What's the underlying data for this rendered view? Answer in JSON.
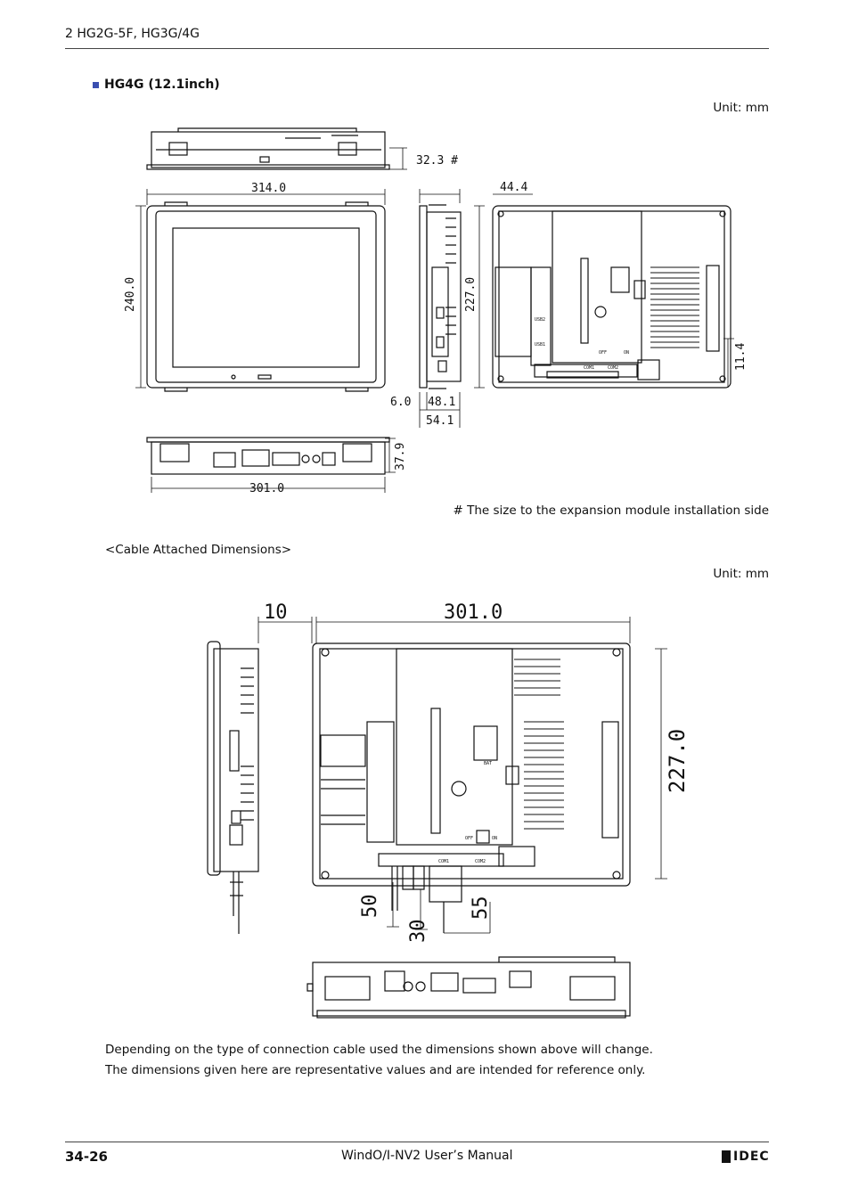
{
  "header": {
    "chapter": "2 HG2G-5F, HG3G/4G"
  },
  "section": {
    "title": "HG4G (12.1inch)",
    "unit": "Unit: mm"
  },
  "drawing1": {
    "dims": {
      "top_depth": "32.3 #",
      "front_width": "314.0",
      "front_height": "240.0",
      "side_depth_top": "44.4",
      "side_height": "227.0",
      "side_d1": "6.0",
      "side_d2": "48.1",
      "side_d3": "54.1",
      "rear_right": "11.4",
      "bottom_depth": "37.9",
      "bottom_width": "301.0"
    },
    "rear_labels": [
      "OFF",
      "ON",
      "COM1",
      "COM2",
      "USB1",
      "USB2"
    ]
  },
  "note": "# The size to the expansion module installation side",
  "cable_section": {
    "title": "<Cable Attached Dimensions>",
    "unit": "Unit: mm"
  },
  "drawing2": {
    "dims": {
      "left_gap": "10",
      "width": "301.0",
      "height": "227.0",
      "d50": "50",
      "d30": "30",
      "d55": "55"
    },
    "rear_labels": [
      "OFF",
      "ON",
      "BAT",
      "COM1",
      "COM2"
    ]
  },
  "description": {
    "line1": "Depending on the type of connection cable used the dimensions shown above will change.",
    "line2": "The dimensions given here are representative values and are intended for reference only."
  },
  "footer": {
    "page": "34-26",
    "manual": "WindO/I-NV2 User’s Manual",
    "logo": "IDEC"
  }
}
